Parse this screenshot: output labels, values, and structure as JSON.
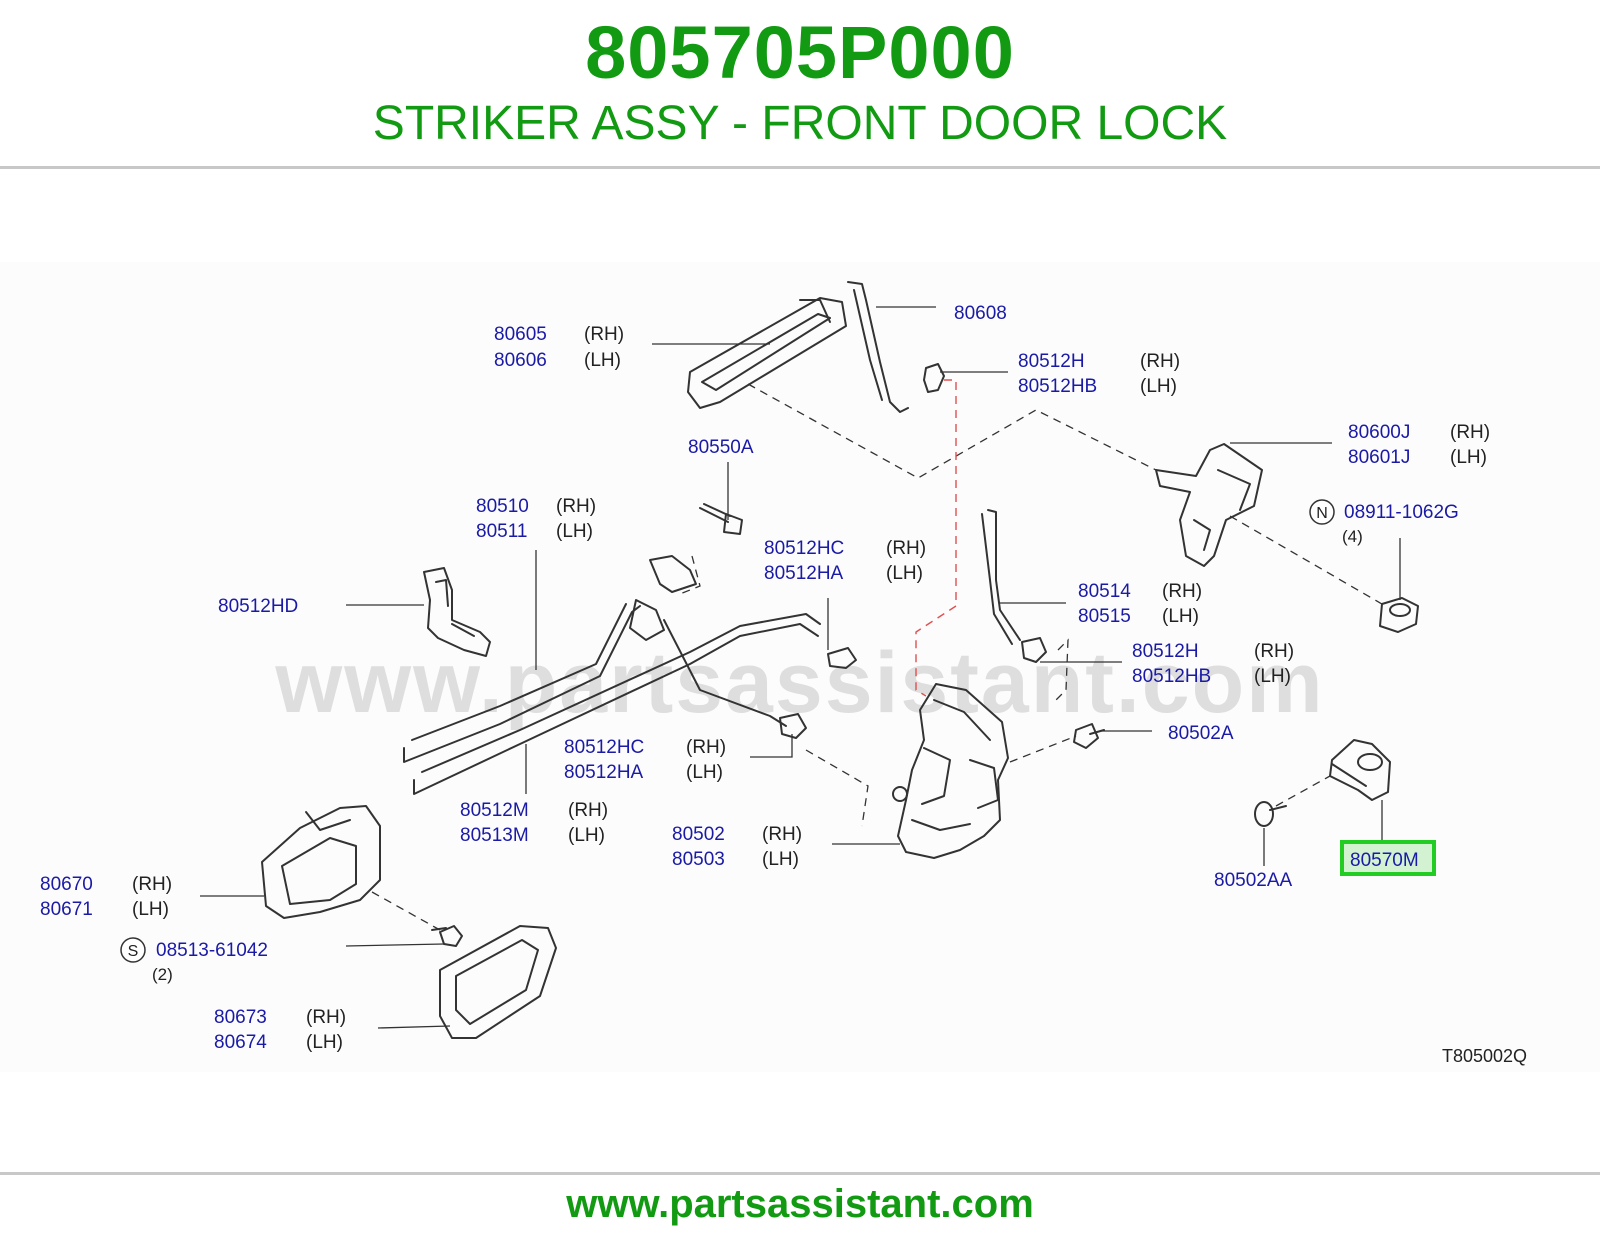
{
  "header": {
    "part_number": "805705P000",
    "part_name": "STRIKER ASSY - FRONT DOOR LOCK"
  },
  "watermark": "www.partsassistant.com",
  "footer": {
    "url": "www.partsassistant.com"
  },
  "colors": {
    "title_green": "#129b12",
    "label_blue": "#1a1aa6",
    "highlight_green": "#22cc22",
    "highlight_fill": "#d2f2d2",
    "rule_gray": "#c8c8c8",
    "line_dark": "#333333",
    "dash_red": "#e05050"
  },
  "diagram": {
    "drawing_code": "T805002Q",
    "side": {
      "rh": "(RH)",
      "lh": "(LH)"
    },
    "callouts": {
      "c80605": "80605",
      "c80606": "80606",
      "c80608": "80608",
      "c80512H_top": "80512H",
      "c80512HB_top": "80512HB",
      "c80600J": "80600J",
      "c80601J": "80601J",
      "c80550A": "80550A",
      "c80510": "80510",
      "c80511": "80511",
      "c80512HC_top": "80512HC",
      "c80512HA_top": "80512HA",
      "c08911": "08911-1062G",
      "n_marker": "N",
      "qty_4": "(4)",
      "c80512HD": "80512HD",
      "c80514": "80514",
      "c80515": "80515",
      "c80512H_mid": "80512H",
      "c80512HB_mid": "80512HB",
      "c80502A": "80502A",
      "c80512HC_low": "80512HC",
      "c80512HA_low": "80512HA",
      "c80512M": "80512M",
      "c80513M": "80513M",
      "c80502": "80502",
      "c80503": "80503",
      "c80570M": "80570M",
      "c80502AA": "80502AA",
      "c80670": "80670",
      "c80671": "80671",
      "c08513": "08513-61042",
      "s_marker": "S",
      "qty_2": "(2)",
      "c80673": "80673",
      "c80674": "80674"
    }
  }
}
